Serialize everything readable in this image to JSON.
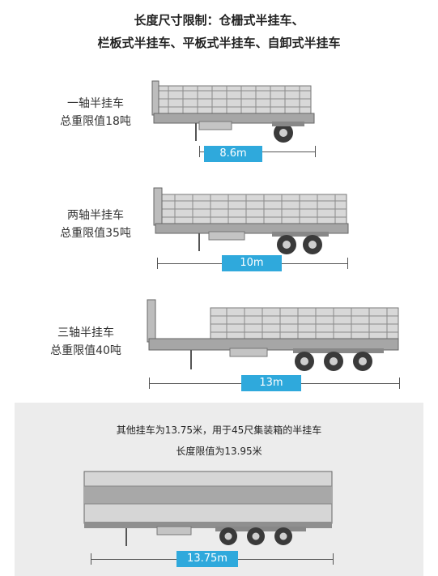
{
  "header": {
    "line1": "长度尺寸限制：仓栅式半挂车、",
    "line2": "栏板式半挂车、平板式半挂车、自卸式半挂车"
  },
  "trailers": [
    {
      "name": "一轴半挂车",
      "weight": "总重限值18吨",
      "length": "8.6m"
    },
    {
      "name": "两轴半挂车",
      "weight": "总重限值35吨",
      "length": "10m"
    },
    {
      "name": "三轴半挂车",
      "weight": "总重限值40吨",
      "length": "13m"
    }
  ],
  "container": {
    "note1": "其他挂车为13.75米，用于45尺集装箱的半挂车",
    "note2": "长度限值为13.95米",
    "length": "13.75m"
  },
  "colors": {
    "accent": "#2fa9dc",
    "body": "#b9b9b9"
  }
}
